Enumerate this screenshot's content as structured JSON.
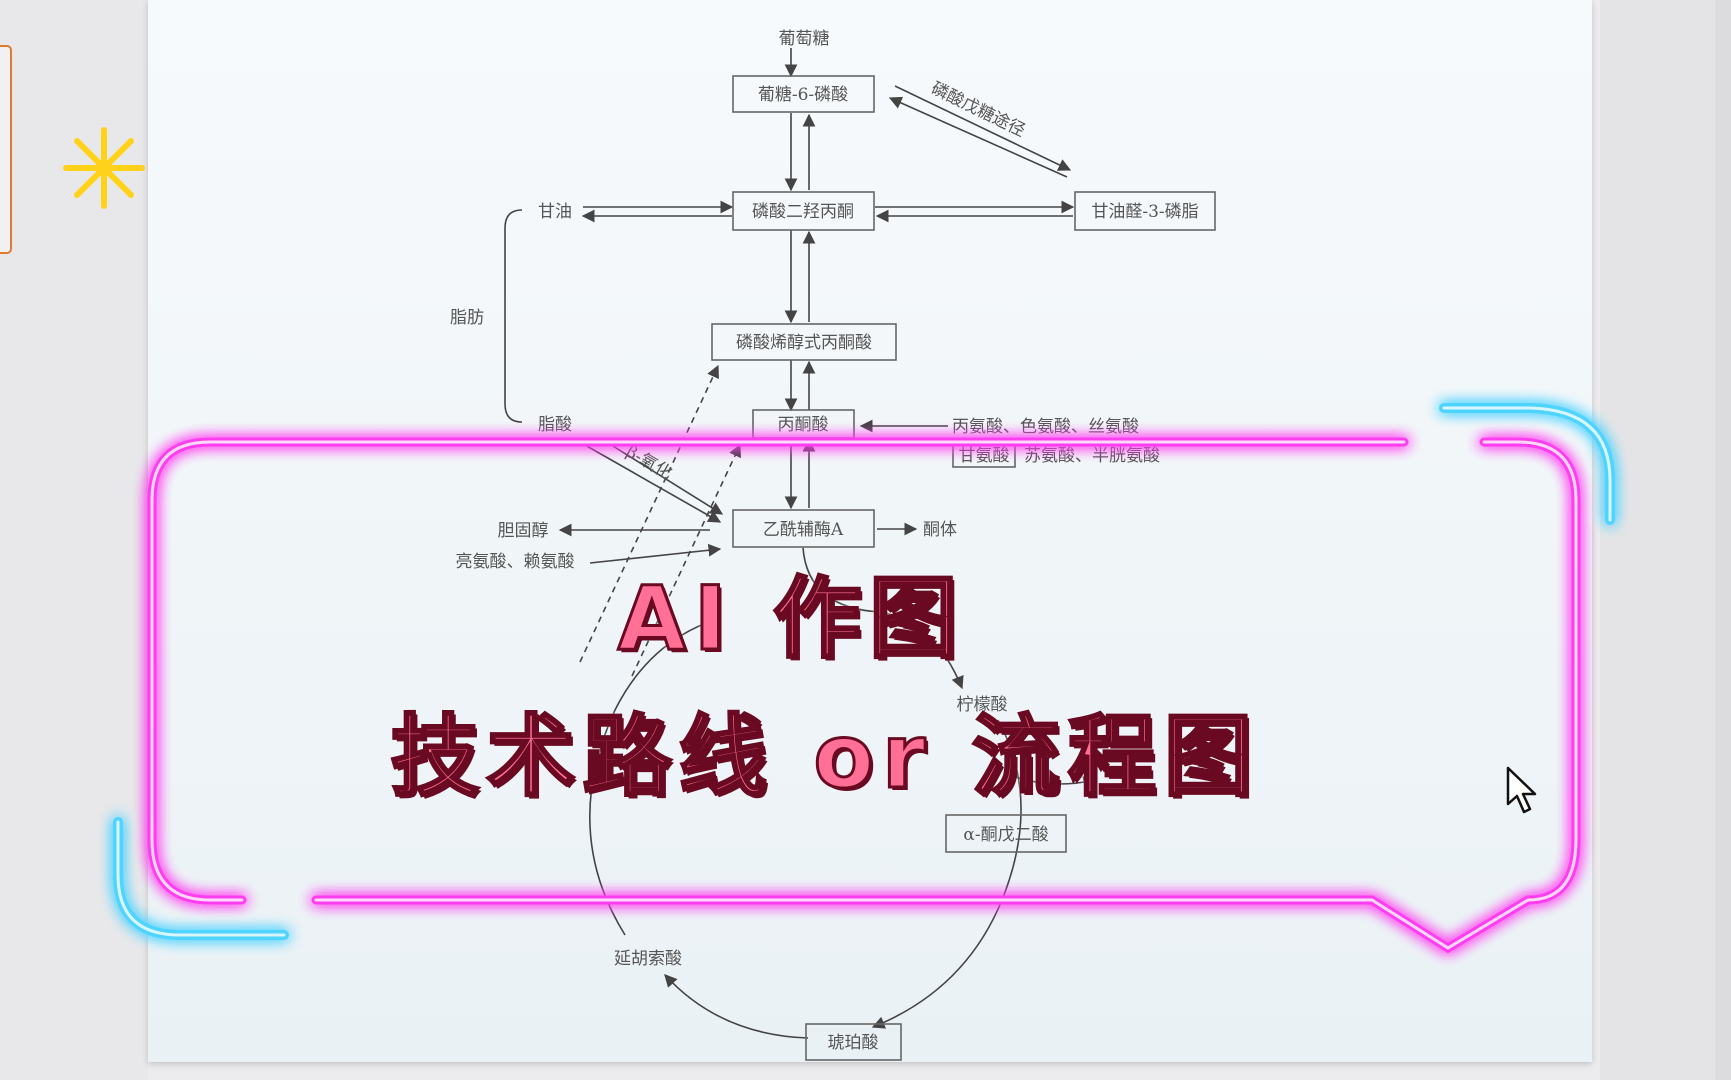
{
  "diagram": {
    "nodes": [
      {
        "id": "glucose",
        "label": "葡萄糖",
        "boxed": false
      },
      {
        "id": "g6p",
        "label": "葡糖-6-磷酸",
        "boxed": true
      },
      {
        "id": "dhap",
        "label": "磷酸二羟丙酮",
        "boxed": true
      },
      {
        "id": "g3p",
        "label": "甘油醛-3-磷脂",
        "boxed": true
      },
      {
        "id": "glycerol",
        "label": "甘油",
        "boxed": false
      },
      {
        "id": "fat",
        "label": "脂肪",
        "boxed": false
      },
      {
        "id": "pep",
        "label": "磷酸烯醇式丙酮酸",
        "boxed": true
      },
      {
        "id": "pyruvate",
        "label": "丙酮酸",
        "boxed": true
      },
      {
        "id": "fatty_acid",
        "label": "脂酸",
        "boxed": false
      },
      {
        "id": "aa1",
        "label": "丙氨酸、色氨酸、丝氨酸",
        "boxed": false
      },
      {
        "id": "aa2_box",
        "label": "甘氨酸",
        "boxed": true
      },
      {
        "id": "aa2_rest",
        "label": "苏氨酸、半胱氨酸",
        "boxed": false
      },
      {
        "id": "acetyl_coa",
        "label": "乙酰辅酶A",
        "boxed": true
      },
      {
        "id": "cholesterol",
        "label": "胆固醇",
        "boxed": false
      },
      {
        "id": "ketone",
        "label": "酮体",
        "boxed": false
      },
      {
        "id": "leu_lys",
        "label": "亮氨酸、赖氨酸",
        "boxed": false
      },
      {
        "id": "citrate",
        "label": "柠檬酸",
        "boxed": false
      },
      {
        "id": "akg",
        "label": "α-酮戊二酸",
        "boxed": true
      },
      {
        "id": "fumarate",
        "label": "延胡索酸",
        "boxed": false
      },
      {
        "id": "succinate",
        "label": "琥珀酸",
        "boxed": true
      }
    ],
    "edge_labels": {
      "ppp": "磷酸戊糖途径",
      "beta": "β-氧化"
    }
  },
  "overlay": {
    "line1": "AI 作图",
    "line2": "技术路线 or 流程图"
  },
  "colors": {
    "neon_pink": "#ff3cf0",
    "neon_blue": "#4fd3ff",
    "title_fill": "#ff6f96",
    "title_outline": "#6a0a22",
    "sparkle": "#ffd21a",
    "tab_border": "#e07a30"
  }
}
